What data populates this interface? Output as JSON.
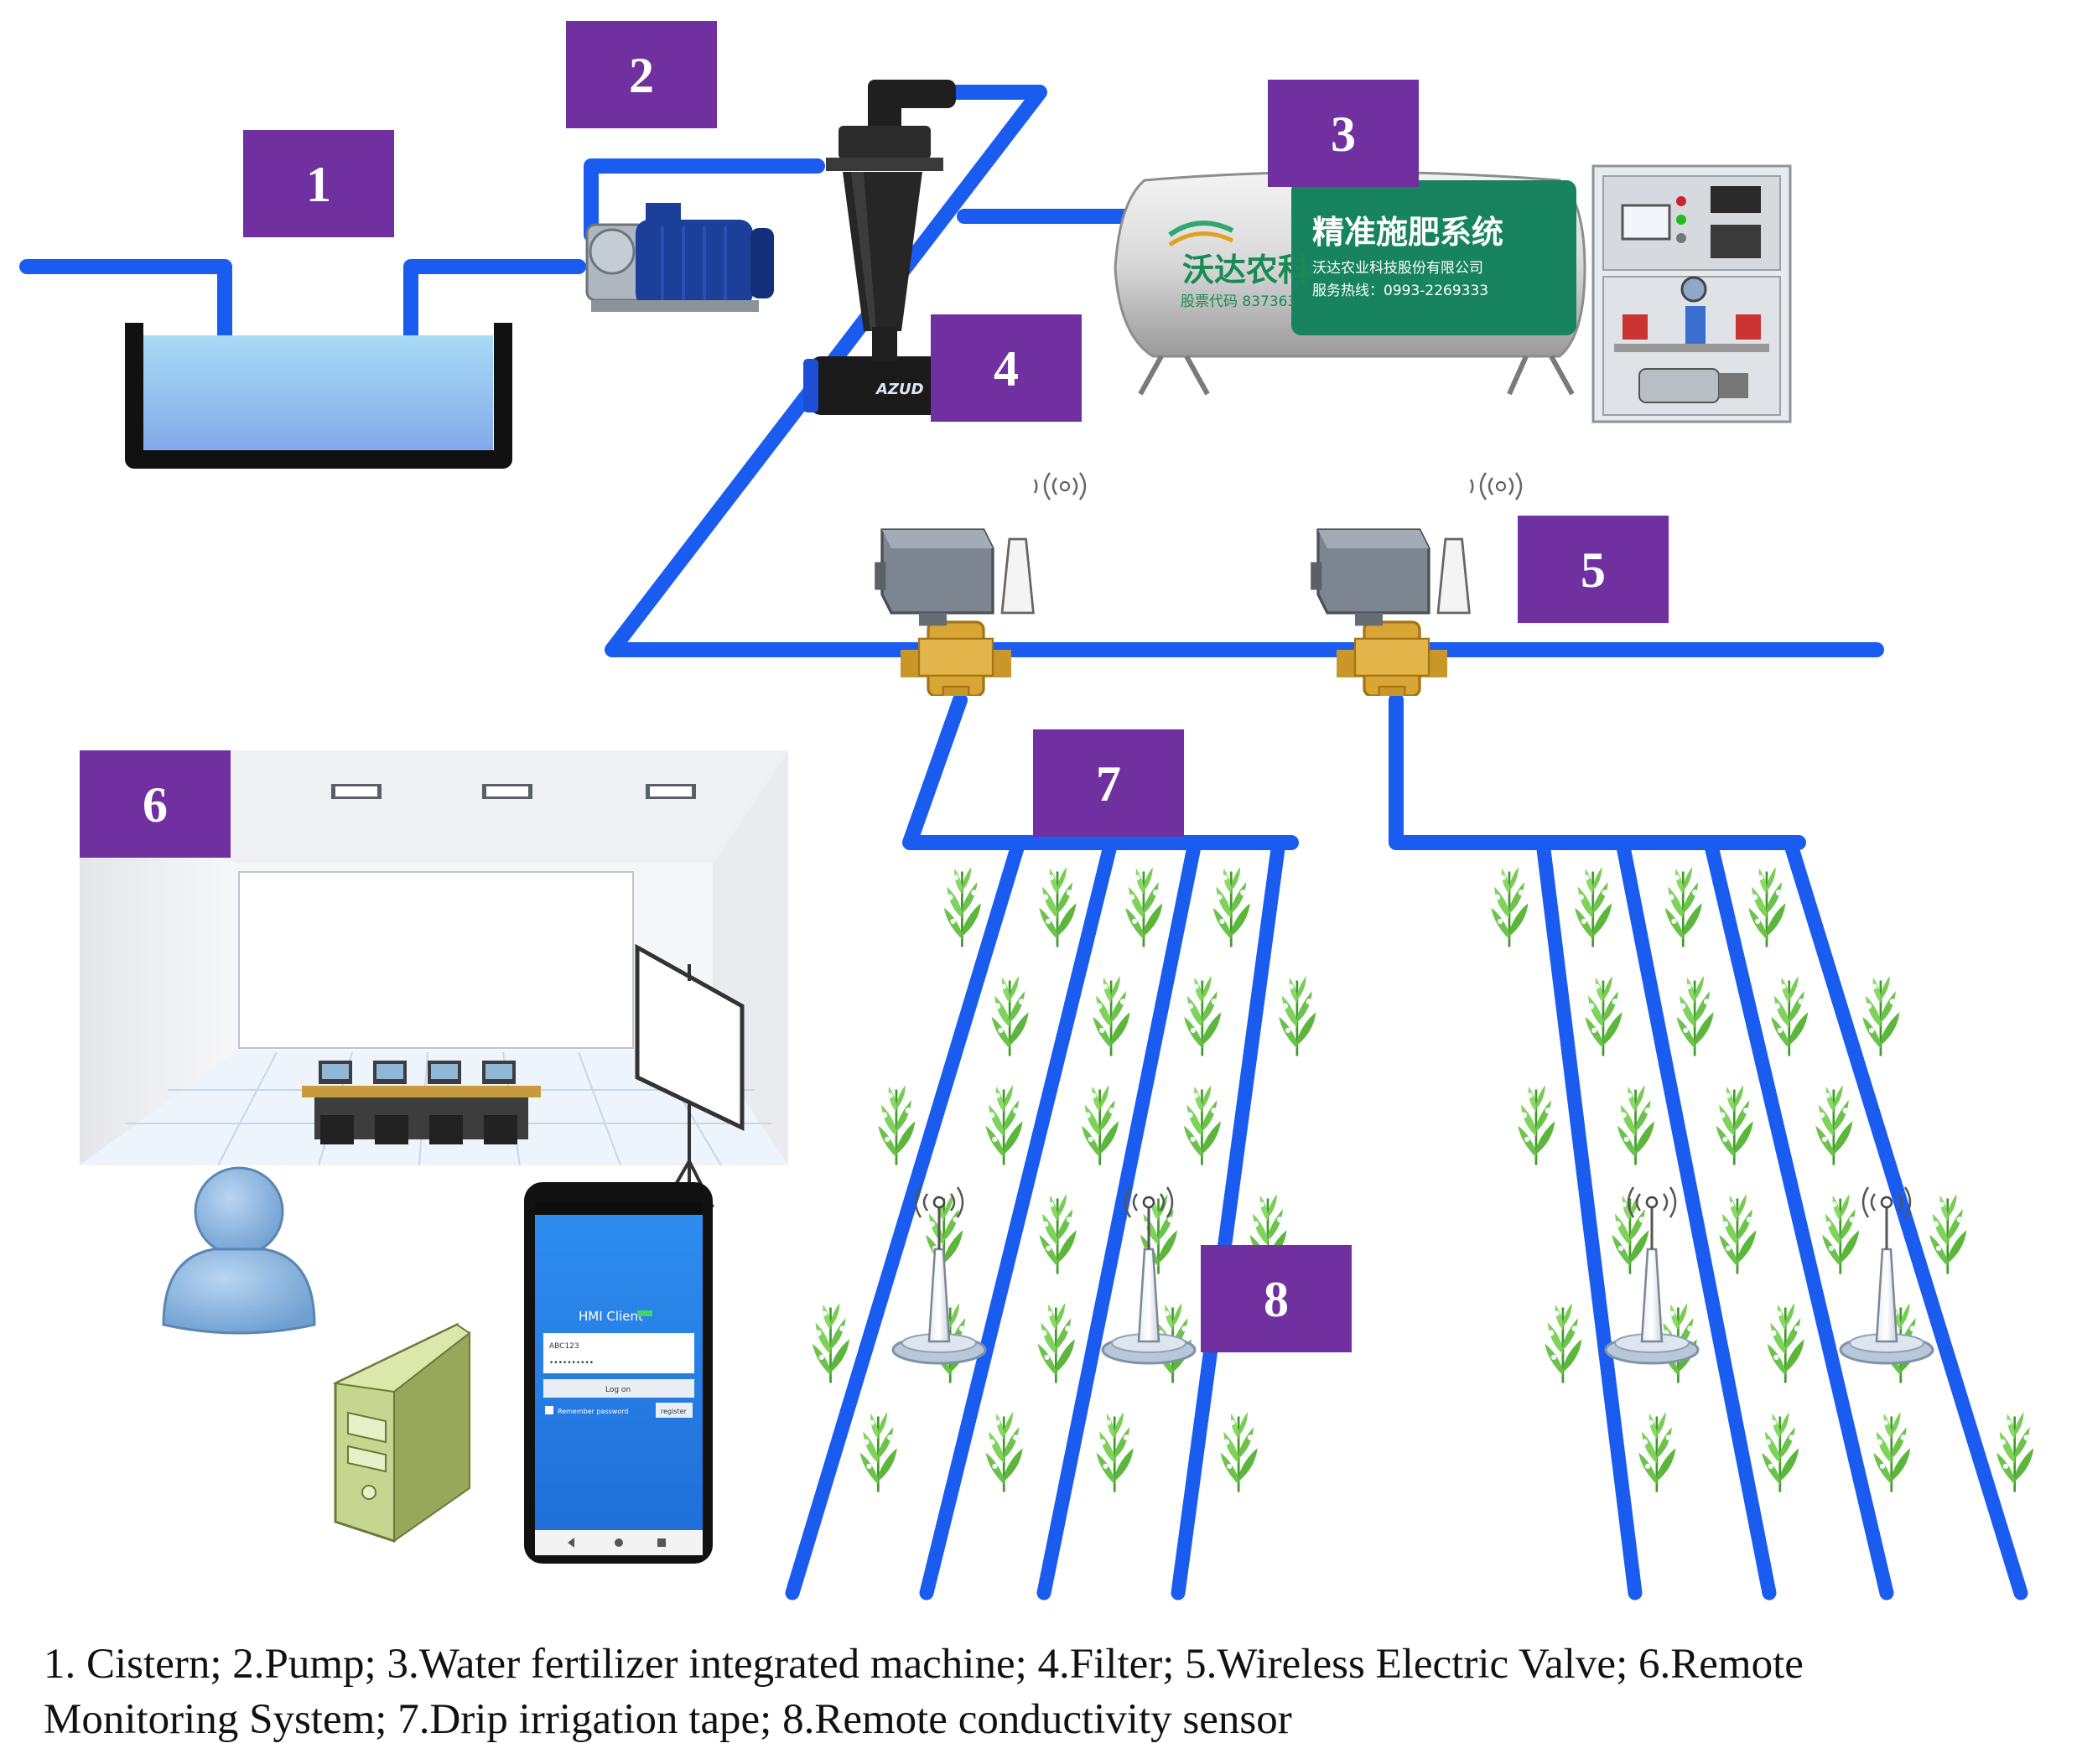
{
  "labels": [
    "1",
    "2",
    "3",
    "4",
    "5",
    "6",
    "7",
    "8"
  ],
  "caption": {
    "line1": "1. Cistern; 2.Pump; 3.Water fertilizer integrated machine; 4.Filter; 5.Wireless Electric Valve; 6.Remote",
    "line2": "Monitoring System; 7.Drip irrigation tape; 8.Remote conductivity sensor"
  },
  "tank": {
    "brand_logo_text": "沃达农科",
    "stock_code_text": "股票代码 837363",
    "system_name_text": "精准施肥系统",
    "company_text": "沃达农业科技股份有限公司",
    "hotline_text": "服务热线：0993-2269333"
  },
  "filter_brand_text": "AZUD",
  "phone_app": {
    "title": "HMI Client",
    "username_value": "ABC123",
    "password_value": "••••••••••",
    "login_button": "Log on",
    "remember_label": "Remember password",
    "register_button": "register"
  },
  "colors": {
    "pipe": "#1a5cf0",
    "label_box": "#7030a0",
    "water": "#8ec9ee",
    "plant": "#5fbf3f"
  },
  "icons": [
    "wireless-signal-icon",
    "user-icon",
    "server-tower-icon",
    "projector-screen-icon",
    "plant-icon"
  ]
}
